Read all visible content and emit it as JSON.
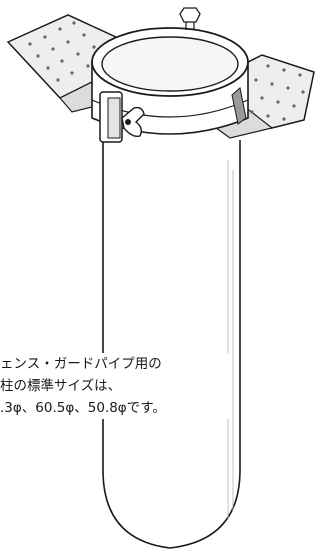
{
  "caption": {
    "line1": "ェンス・ガードパイプ用の",
    "line2": "柱の標準サイズは、",
    "line3": ".3φ、60.5φ、50.8φです。"
  },
  "colors": {
    "stroke": "#1a1a1a",
    "plate_fill": "#eeeeee",
    "shade": "#9a9a9a"
  }
}
